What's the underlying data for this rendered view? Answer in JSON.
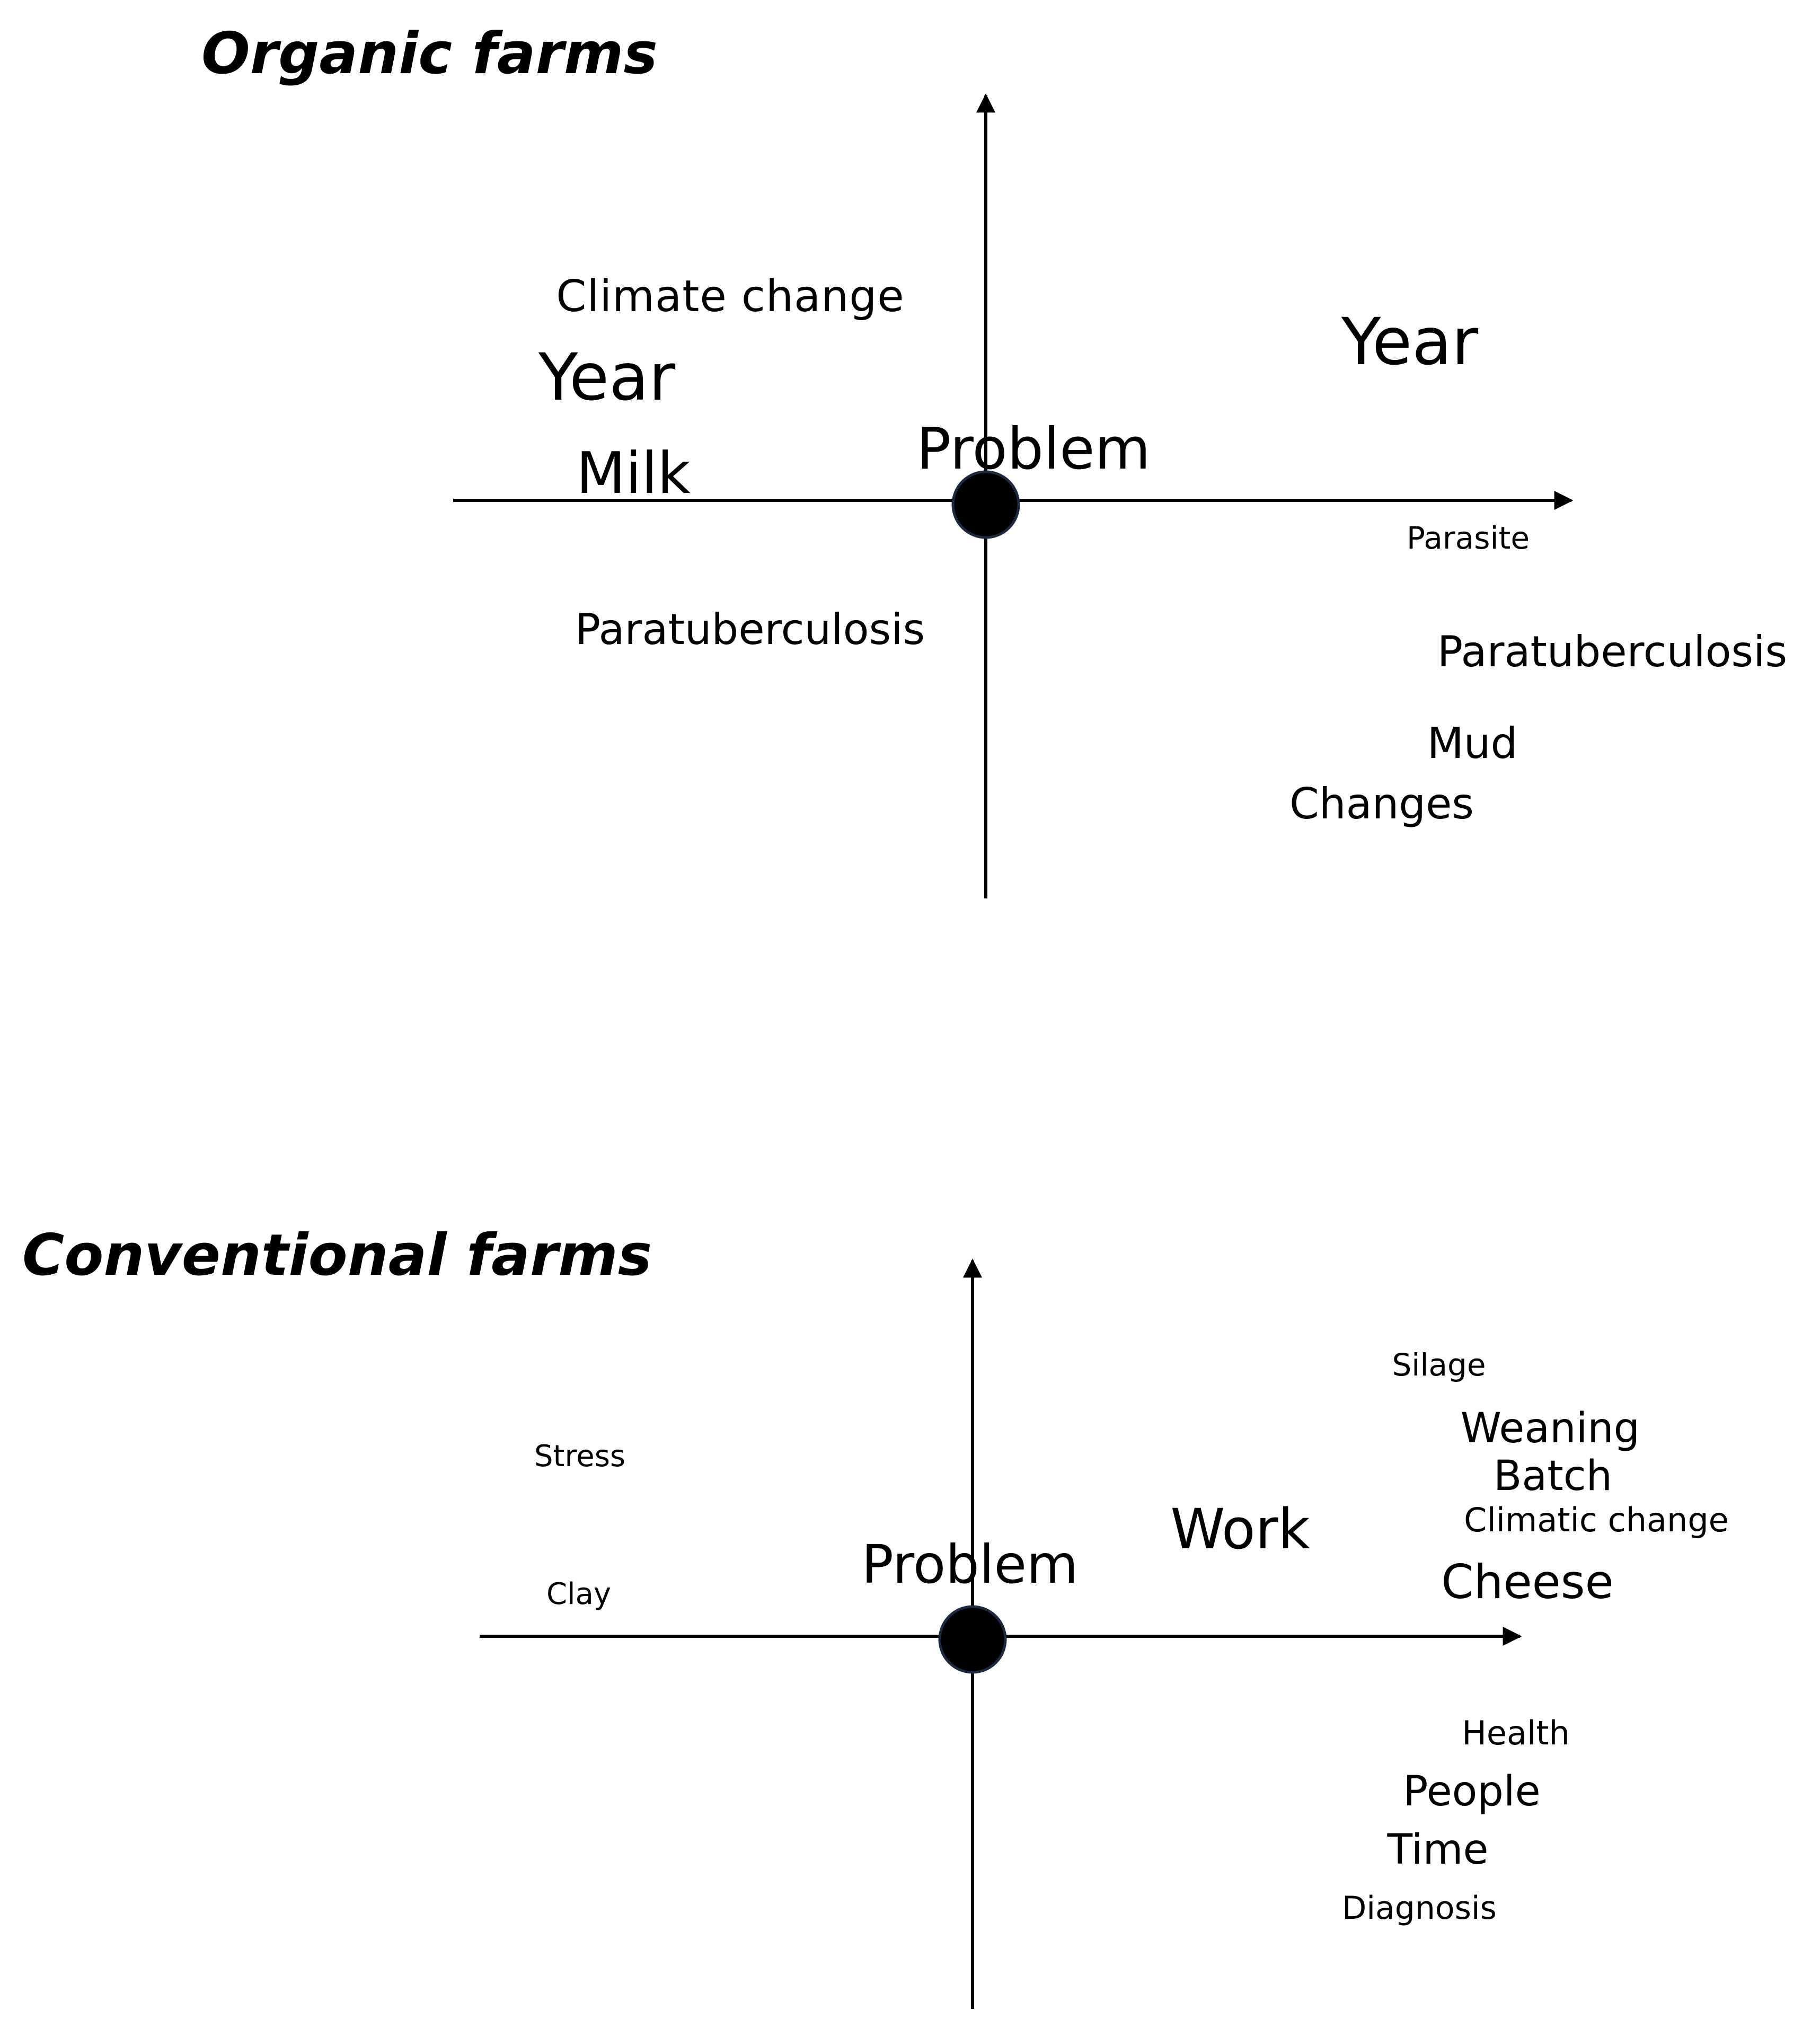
{
  "panels": [
    {
      "title": "Organic farms",
      "center_label": "Problem",
      "words": [
        {
          "text": "Climate change"
        },
        {
          "text": "Year"
        },
        {
          "text": "Milk"
        },
        {
          "text": "Paratuberculosis"
        },
        {
          "text": "Year"
        },
        {
          "text": "Parasite"
        },
        {
          "text": "Paratuberculosis"
        },
        {
          "text": "Mud"
        },
        {
          "text": "Changes"
        }
      ]
    },
    {
      "title": "Conventional farms",
      "center_label": "Problem",
      "words": [
        {
          "text": "Stress"
        },
        {
          "text": "Clay"
        },
        {
          "text": "Work"
        },
        {
          "text": "Silage"
        },
        {
          "text": "Weaning"
        },
        {
          "text": "Batch"
        },
        {
          "text": "Climatic change"
        },
        {
          "text": "Cheese"
        },
        {
          "text": "Health"
        },
        {
          "text": "People"
        },
        {
          "text": "Time"
        },
        {
          "text": "Diagnosis"
        }
      ]
    }
  ]
}
